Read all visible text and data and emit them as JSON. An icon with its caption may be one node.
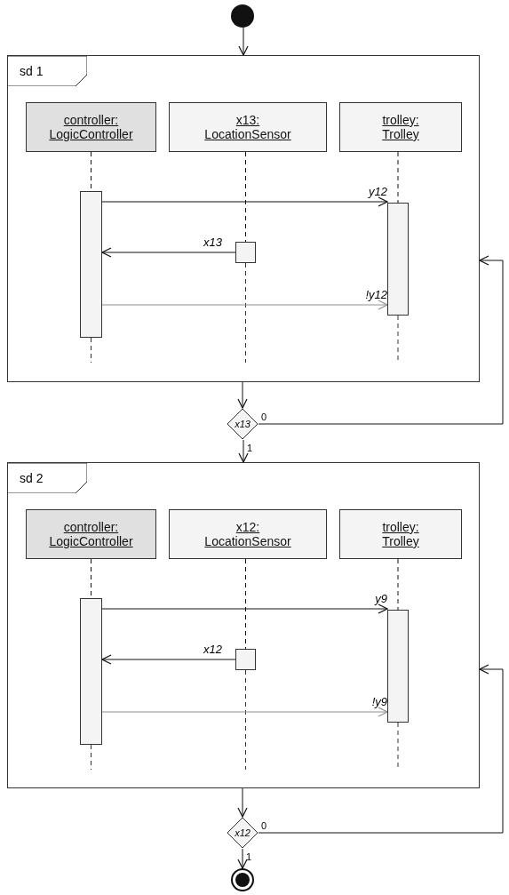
{
  "diagram": {
    "nodes": [
      {
        "text": [],
        "shape": "circle"
      },
      {
        "text": [
          "sd 1"
        ]
      },
      {
        "text": [
          "controller: LogicController"
        ],
        "in": 1
      },
      {
        "text": [
          "x13: LocationSensor"
        ],
        "in": 1
      },
      {
        "text": [
          "trolley: Trolley"
        ],
        "in": 1
      },
      {
        "text": [],
        "shape": "bar",
        "in": 1
      },
      {
        "text": [],
        "shape": "box",
        "in": 1
      },
      {
        "text": [],
        "shape": "bar",
        "in": 1
      },
      {
        "text": [
          "x13"
        ]
      },
      {
        "text": [
          "sd 2"
        ]
      },
      {
        "text": [
          "controller: LogicController"
        ],
        "in": 9
      },
      {
        "text": [
          "x12: LocationSensor"
        ],
        "in": 9
      },
      {
        "text": [
          "trolley: Trolley"
        ],
        "in": 9
      },
      {
        "text": [],
        "shape": "bar",
        "in": 9
      },
      {
        "text": [],
        "shape": "box",
        "in": 9
      },
      {
        "text": [],
        "shape": "bar",
        "in": 9
      },
      {
        "text": [
          "x12"
        ]
      },
      {
        "text": [],
        "shape": "circle"
      }
    ],
    "edges": [
      {
        "from": 0,
        "to": 1,
        "arrow": "to"
      },
      {
        "from": 2,
        "to": 5,
        "arrow": "none",
        "style": "dashed"
      },
      {
        "from": 3,
        "to": 6,
        "arrow": "none",
        "style": "dashed"
      },
      {
        "from": 4,
        "to": 7,
        "arrow": "none",
        "style": "dashed"
      },
      {
        "from": 5,
        "to": 7,
        "arrow": "to",
        "label": "y12"
      },
      {
        "from": 6,
        "to": 5,
        "arrow": "to",
        "label": "x13"
      },
      {
        "from": 5,
        "to": 7,
        "arrow": "to",
        "label": "!y12",
        "color": "#909090"
      },
      {
        "from": 1,
        "to": 8,
        "arrow": "to"
      },
      {
        "from": 8,
        "to": 9,
        "arrow": "to",
        "label": "1"
      },
      {
        "from": 8,
        "to": 1,
        "arrow": "to",
        "label": "0"
      },
      {
        "from": 10,
        "to": 13,
        "arrow": "none",
        "style": "dashed"
      },
      {
        "from": 11,
        "to": 14,
        "arrow": "none",
        "style": "dashed"
      },
      {
        "from": 12,
        "to": 15,
        "arrow": "none",
        "style": "dashed"
      },
      {
        "from": 13,
        "to": 15,
        "arrow": "to",
        "label": "y9"
      },
      {
        "from": 14,
        "to": 13,
        "arrow": "to",
        "label": "x12"
      },
      {
        "from": 13,
        "to": 15,
        "arrow": "to",
        "label": "!y9",
        "color": "#909090"
      },
      {
        "from": 9,
        "to": 16,
        "arrow": "to"
      },
      {
        "from": 16,
        "to": 17,
        "arrow": "to",
        "label": "1"
      },
      {
        "from": 16,
        "to": 9,
        "arrow": "to",
        "label": "0"
      }
    ]
  }
}
